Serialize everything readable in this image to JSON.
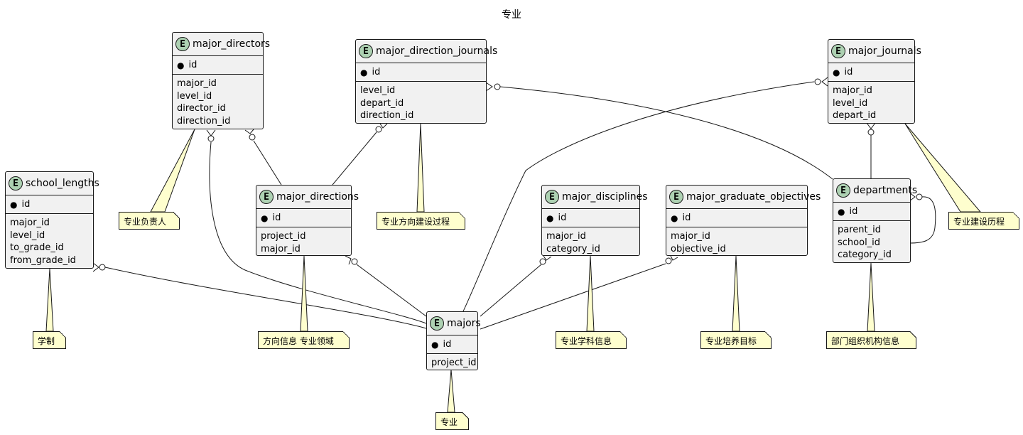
{
  "title": "专业",
  "entities": [
    {
      "key": "major_directors",
      "name": "major_directors",
      "badge": "E",
      "pk": "id",
      "attrs": [
        "major_id",
        "level_id",
        "director_id",
        "direction_id"
      ]
    },
    {
      "key": "major_direction_journals",
      "name": "major_direction_journals",
      "badge": "E",
      "pk": "id",
      "attrs": [
        "level_id",
        "depart_id",
        "direction_id"
      ]
    },
    {
      "key": "major_journals",
      "name": "major_journals",
      "badge": "E",
      "pk": "id",
      "attrs": [
        "major_id",
        "level_id",
        "depart_id"
      ]
    },
    {
      "key": "school_lengths",
      "name": "school_lengths",
      "badge": "E",
      "pk": "id",
      "attrs": [
        "major_id",
        "level_id",
        "to_grade_id",
        "from_grade_id"
      ]
    },
    {
      "key": "major_directions",
      "name": "major_directions",
      "badge": "E",
      "pk": "id",
      "attrs": [
        "project_id",
        "major_id"
      ]
    },
    {
      "key": "major_disciplines",
      "name": "major_disciplines",
      "badge": "E",
      "pk": "id",
      "attrs": [
        "major_id",
        "category_id"
      ]
    },
    {
      "key": "major_graduate_objectives",
      "name": "major_graduate_objectives",
      "badge": "E",
      "pk": "id",
      "attrs": [
        "major_id",
        "objective_id"
      ]
    },
    {
      "key": "departments",
      "name": "departments",
      "badge": "E",
      "pk": "id",
      "attrs": [
        "parent_id",
        "school_id",
        "category_id"
      ]
    },
    {
      "key": "majors",
      "name": "majors",
      "badge": "E",
      "pk": "id",
      "attrs": [
        "project_id"
      ]
    }
  ],
  "notes": [
    {
      "key": "major_directors",
      "text": "专业负责人"
    },
    {
      "key": "major_direction_journals",
      "text": "专业方向建设过程"
    },
    {
      "key": "major_journals",
      "text": "专业建设历程"
    },
    {
      "key": "school_lengths",
      "text": "学制"
    },
    {
      "key": "major_directions",
      "text": "方向信息 专业领域"
    },
    {
      "key": "major_disciplines",
      "text": "专业学科信息"
    },
    {
      "key": "major_graduate_objectives",
      "text": "专业培养目标"
    },
    {
      "key": "departments",
      "text": "部门组织机构信息"
    },
    {
      "key": "majors",
      "text": "专业"
    }
  ],
  "colors": {
    "entity_fill": "#f1f1f1",
    "badge_fill": "#add1b2",
    "note_fill": "#fefece",
    "line": "#181818"
  }
}
